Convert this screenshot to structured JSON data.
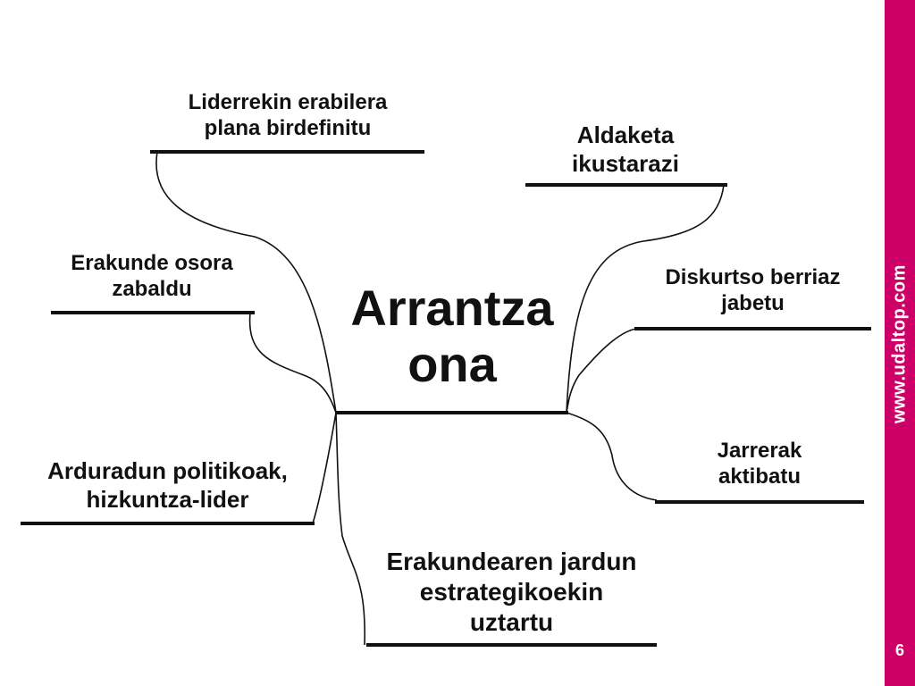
{
  "central_topic": {
    "line1": "Arrantza",
    "line2": "ona"
  },
  "branches": [
    {
      "line1": "Liderrekin erabilera",
      "line2": "plana birdefinitu"
    },
    {
      "line1": "Erakunde osora",
      "line2": "zabaldu"
    },
    {
      "line1": "Arduradun politikoak,",
      "line2": "hizkuntza-lider"
    },
    {
      "line1": "Erakundearen jardun",
      "line2": "estrategikoekin",
      "line3": "uztartu"
    },
    {
      "line1": "Aldaketa",
      "line2": "ikustarazi"
    },
    {
      "line1": "Diskurtso berriaz",
      "line2": "jabetu"
    },
    {
      "line1": "Jarrerak",
      "line2": "aktibatu"
    }
  ],
  "sidebar": {
    "url": "www.udaltop.com",
    "page_number": "6",
    "color": "#cc0066"
  }
}
